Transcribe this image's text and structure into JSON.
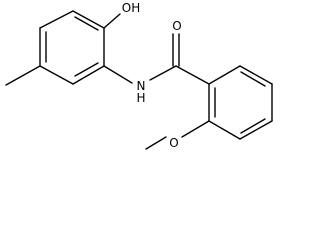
{
  "molecule": {
    "atom_labels": {
      "hydroxyl": "OH",
      "carbonyl_oxygen": "O",
      "amide_nitrogen": "N",
      "amide_hydrogen": "H",
      "ether_oxygen": "O"
    }
  },
  "colors": {
    "bond": "#000000",
    "label": "#000000",
    "background": "#ffffff"
  }
}
